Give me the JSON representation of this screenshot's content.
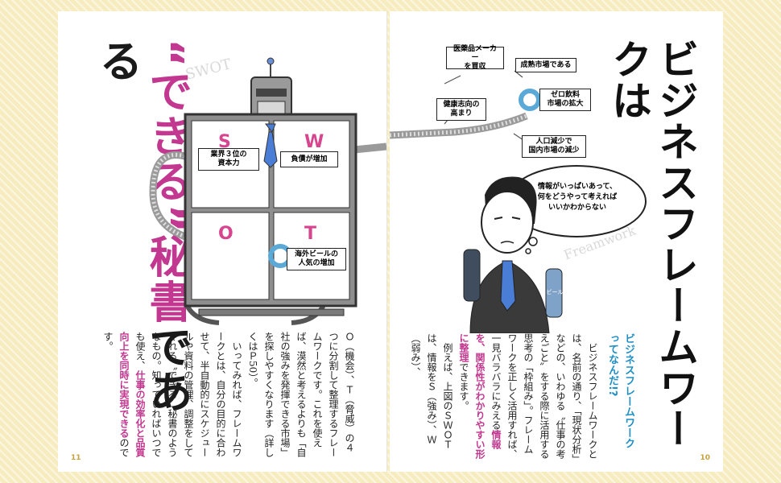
{
  "folios": {
    "left": "11",
    "right": "10"
  },
  "title_right": "ビジネスフレームワークは",
  "title_left": {
    "part1": "“できる”",
    "part2": "秘書",
    "part3": "である"
  },
  "watermarks": {
    "swot": "SWOT",
    "framework": "Freamwork"
  },
  "robot": {
    "letters": [
      "S",
      "W",
      "O",
      "T"
    ],
    "cells": {
      "s": "業界３位の\n資本力",
      "w": "負債が増加",
      "t": "海外ビールの\n人気の増加"
    }
  },
  "arm_labels": [
    "医薬品メーカー\nを買収",
    "成熟市場である",
    "健康志向の\n高まり",
    "ゼロ飲料\n市場の拡大",
    "人口減少で\n国内市場の減少"
  ],
  "thought_bubble": "情報がいっぱいあって、\n何をどうやって考えれば\nいいかわからない",
  "bottle_label": "ビール",
  "sub_heading": "ビジネスフレームワーク\nってなんだ!?",
  "right_body": {
    "p1": "ビジネスフレームワークとは、名前の通り、「現状分析」などの、いわゆる〝仕事の考えごと〟をする際に活用する思考の「枠組み」。フレームワークを正しく活用すれば、一見バラバラにみえる",
    "p1_mg": "情報を、関係性がわかりやすい形に整理",
    "p1_end": "できます。",
    "p2": "例えば、上図のＳＷＯＴは、情報をＳ（強み）、Ｗ（弱み）、"
  },
  "left_body": {
    "p1": "Ｏ（機会）、Ｔ（脅威）の４つに分割して整理するフレームワークです。これを使えば、漠然と考えるよりも「自社の強みを発揮できる市場」を探しやすくなります（詳しくはＰ50）。",
    "p2": "いってみれば、フレームワークとは、自分の目的に合わせて、半自動的にスケジュールや資料の管理、調整をしてくれる〝できる〟秘書のようなもの。知っていればいつでも使え、",
    "p2_mg": "仕事の効率化と品質向上を同時に実現できる",
    "p2_end": "のです。"
  },
  "colors": {
    "accent": "#c2378f",
    "heading_blue": "#1f8fc4",
    "tie_blue": "#4a7ed6",
    "frame": "#6d6d6d"
  }
}
